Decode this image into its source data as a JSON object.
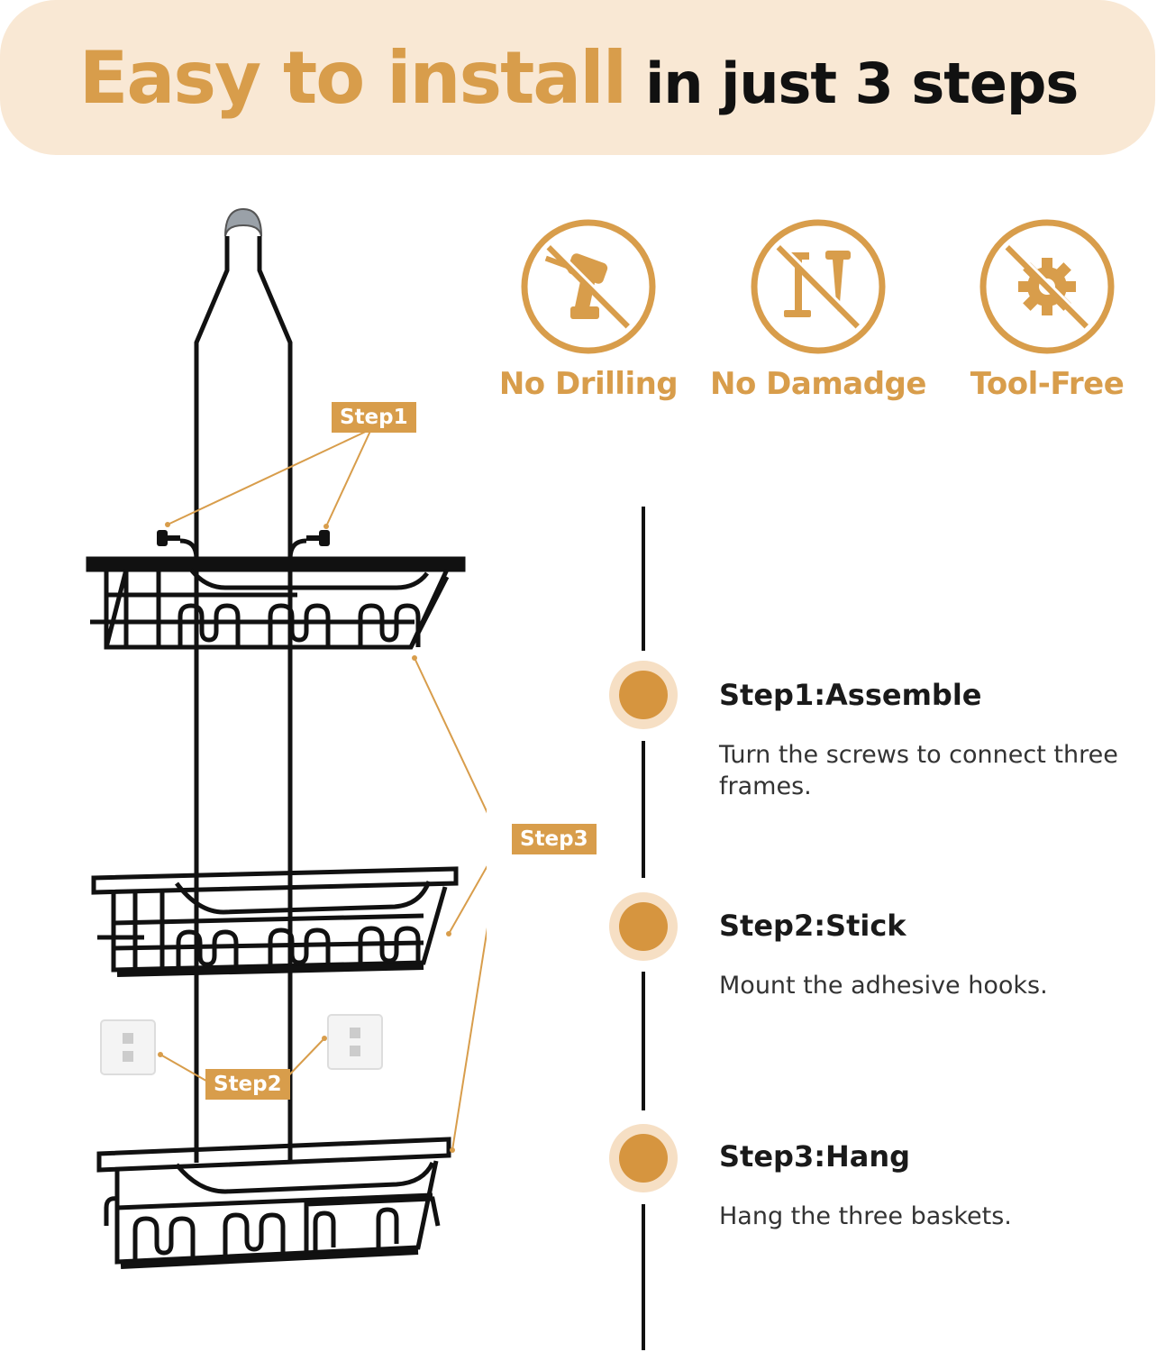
{
  "header": {
    "highlight": "Easy to install",
    "rest": "in just 3 steps"
  },
  "features": [
    {
      "label": "No Drilling",
      "icon": "no-drill-icon"
    },
    {
      "label": "No Damadge",
      "icon": "no-nail-icon"
    },
    {
      "label": "Tool-Free",
      "icon": "no-tools-icon"
    }
  ],
  "steps": [
    {
      "title": "Step1:Assemble",
      "desc": "Turn the screws to connect three frames."
    },
    {
      "title": "Step2:Stick",
      "desc": "Mount the adhesive hooks."
    },
    {
      "title": "Step3:Hang",
      "desc": "Hang the three baskets."
    }
  ],
  "callouts": {
    "step1": "Step1",
    "step2": "Step2",
    "step3": "Step3"
  },
  "colors": {
    "accent": "#d89d4b",
    "banner": "#f9e8d4",
    "text": "#111111"
  }
}
